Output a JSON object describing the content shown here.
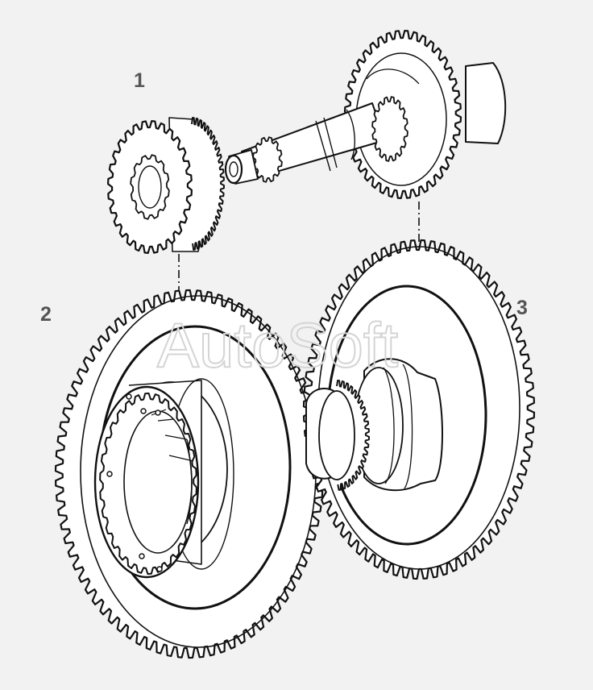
{
  "diagram": {
    "callouts": [
      {
        "id": "1",
        "label": "1"
      },
      {
        "id": "2",
        "label": "2"
      },
      {
        "id": "3",
        "label": "3"
      }
    ],
    "watermark": "AutoSoft"
  },
  "colors": {
    "background": "#f2f2f2",
    "ink": "#111111",
    "callout": "#555555",
    "watermark": "#d4d4d4"
  }
}
